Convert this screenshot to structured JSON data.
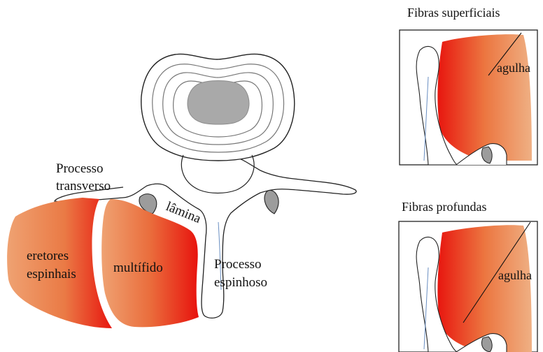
{
  "main_figure": {
    "labels": {
      "processo_transverso_line1": "Processo",
      "processo_transverso_line2": "transverso",
      "lamina": "lâmina",
      "processo_espinhoso_line1": "Processo",
      "processo_espinhoso_line2": "espinhoso",
      "eretores_line1": "eretores",
      "eretores_line2": "espinhais",
      "multifido": "multífido"
    }
  },
  "inset_top": {
    "title": "Fibras superficiais",
    "needle_label": "agulha"
  },
  "inset_bottom": {
    "title": "Fibras profundas",
    "needle_label": "agulha"
  },
  "colors": {
    "muscle_dark": "#e8150f",
    "muscle_mid": "#ea6a3a",
    "muscle_light": "#efac7e",
    "bone_outline": "#222222",
    "disc_center": "#a9a9a9",
    "facet_gray": "#9c9c9c"
  }
}
